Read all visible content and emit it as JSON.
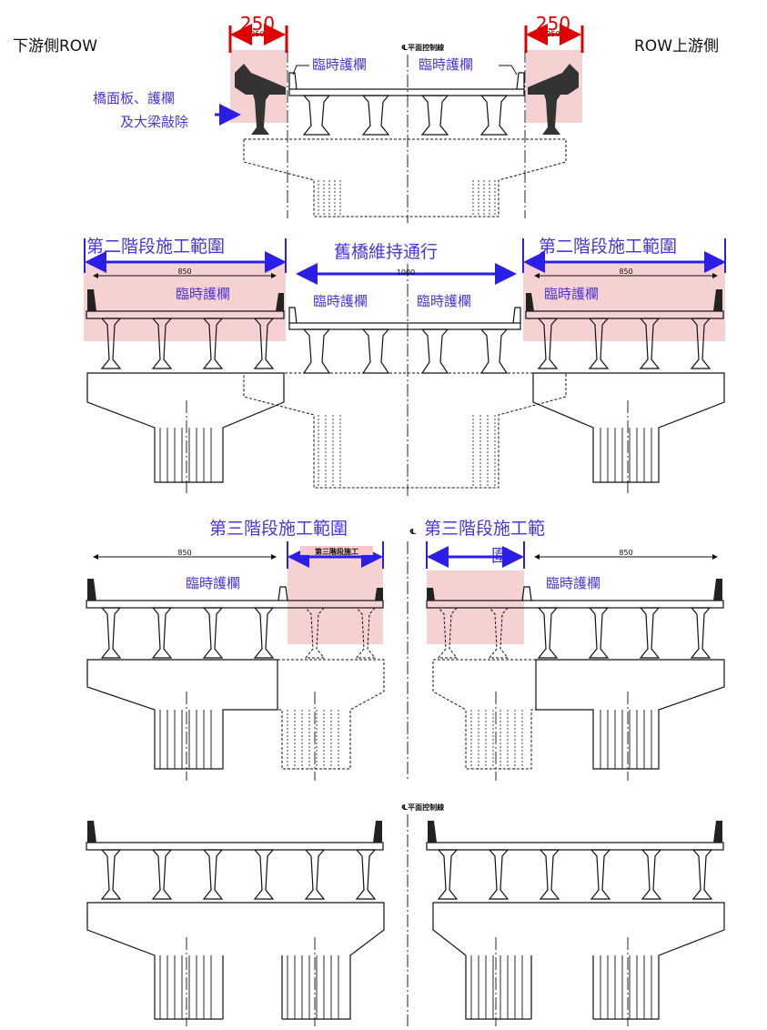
{
  "labels": {
    "downstream_row": "下游側ROW",
    "upstream_row": "ROW上游側",
    "center_line": "℄平面控制線",
    "remove_note_1": "橋面板、護欄",
    "remove_note_2": "及大梁敲除",
    "temp_barrier": "臨時護欄",
    "stage2_range": "第二階段施工範圍",
    "old_bridge_traffic": "舊橋維持通行",
    "stage3_range": "第三階段施工範圍",
    "stage3_range_right_a": "第三階段施工範",
    "stage3_range_right_b": "圍",
    "stage3_small": "第三階段施工",
    "cl_symbol": "℄"
  },
  "dims": {
    "d250": "250",
    "d850": "850",
    "d1000": "1000"
  },
  "colors": {
    "highlight": "#f5c9c9",
    "blue_text": "#4a35d8",
    "blue_arrow": "#2b1ee6",
    "red": "#e00000"
  }
}
